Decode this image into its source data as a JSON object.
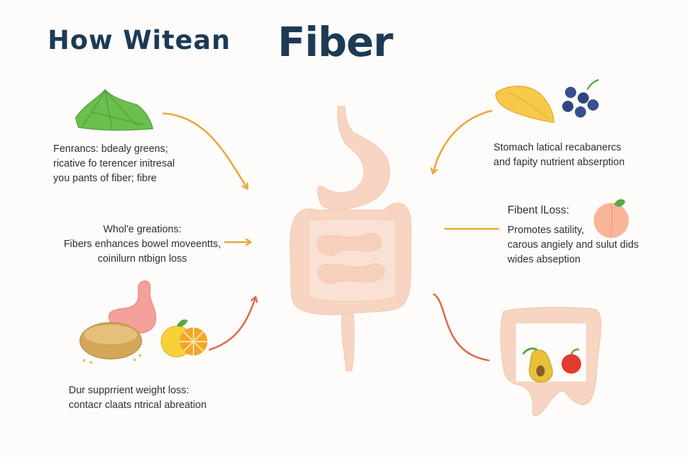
{
  "title": {
    "part1": "How Witean",
    "part2": "Fiber"
  },
  "left_top": {
    "lines": [
      "Fenrancs: bdealy greens;",
      "ricative fo terencer initresal",
      "you pants of fiber; fibre"
    ]
  },
  "left_middle": {
    "lines": [
      "Whol'e greations:",
      "Fibers enhances bowel moveentts,",
      "coinilurn ntbign loss"
    ]
  },
  "left_bottom": {
    "lines": [
      "Dur supprrient weight loss:",
      "contacr claats ntrical abreation"
    ]
  },
  "right_top": {
    "lines": [
      "Stomach latical recabanercs",
      "and fapity nutrient abserption"
    ]
  },
  "right_middle": {
    "heading": "Fibent lLoss:",
    "lines": [
      "Promotes satility,",
      "carous angiely and sulut dids",
      "wides abseption"
    ]
  },
  "colors": {
    "title": "#1d3a55",
    "organ": "#f7d5c2",
    "arrow_orange": "#eda63a",
    "arrow_red": "#de6a4a"
  },
  "icons": [
    "leafy-greens-icon",
    "banana-icon",
    "blueberries-icon",
    "peach-icon",
    "stomach-icon",
    "grains-bowl-icon",
    "orange-icon",
    "colon-icon",
    "pear-icon",
    "apple-icon"
  ]
}
